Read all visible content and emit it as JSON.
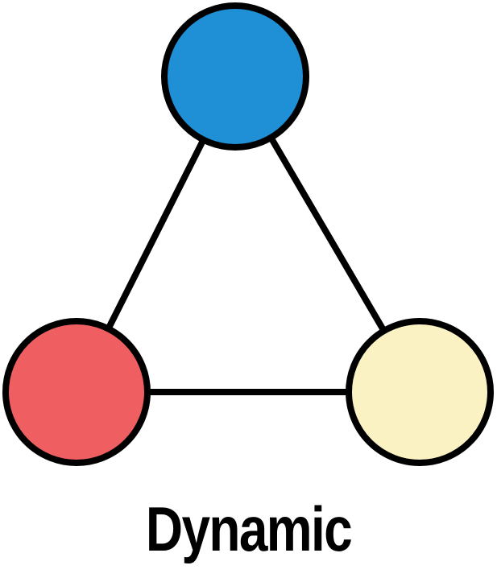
{
  "diagram": {
    "caption": "Dynamic",
    "nodes": [
      {
        "id": "top",
        "color": "#1f8fd6"
      },
      {
        "id": "left",
        "color": "#ef5f61"
      },
      {
        "id": "right",
        "color": "#fbf2c4"
      }
    ],
    "edges": [
      {
        "from": "top",
        "to": "left"
      },
      {
        "from": "top",
        "to": "right"
      },
      {
        "from": "left",
        "to": "right"
      }
    ],
    "outline_color": "#000000"
  }
}
